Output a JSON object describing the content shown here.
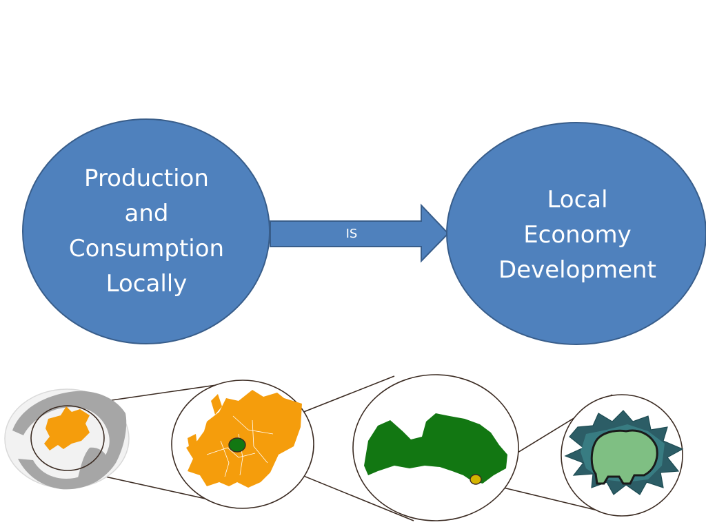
{
  "diagram": {
    "left_node": {
      "lines": [
        "Production",
        "and",
        "Consumption",
        "Locally"
      ]
    },
    "connector": {
      "label": "IS"
    },
    "right_node": {
      "lines": [
        "Local",
        "Economy",
        "Development"
      ]
    }
  },
  "colors": {
    "node_fill": "#4f81bd",
    "node_stroke": "#385d8a",
    "map_europe": "#f59d0c",
    "map_latvia": "#127712",
    "globe_land": "#a6a6a6",
    "outline": "#3b2b22"
  },
  "zoom_panels": [
    {
      "icon": "globe-map-icon"
    },
    {
      "icon": "europe-map-icon"
    },
    {
      "icon": "latvia-map-icon"
    },
    {
      "icon": "municipality-emblem-icon"
    }
  ]
}
